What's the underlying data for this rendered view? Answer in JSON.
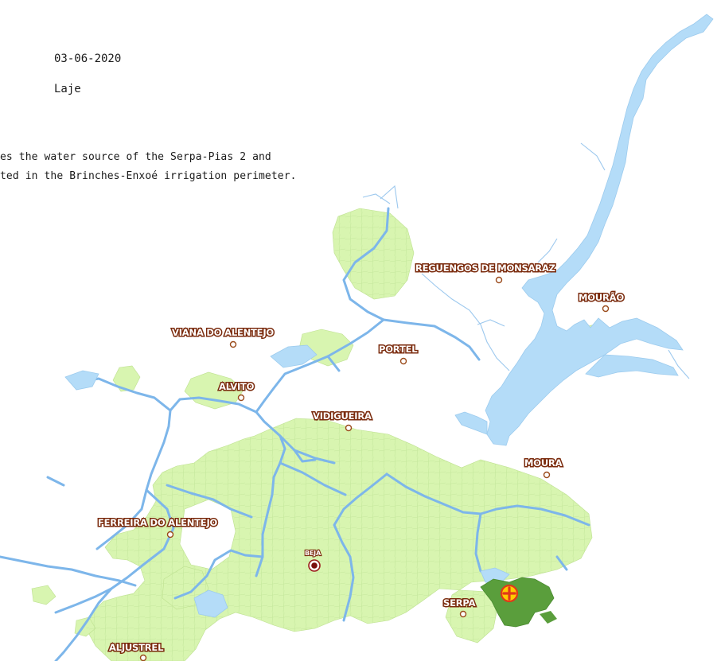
{
  "header": {
    "date": "03-06-2020",
    "location": "Laje"
  },
  "description": {
    "line1": "es the water source of the Serpa-Pias 2 and",
    "line2": "ted in the Brinches-Enxoé irrigation perimeter."
  },
  "map": {
    "colors": {
      "water": "#b4dcf8",
      "canal": "#7db6ea",
      "irrigated": "#d8f5b0",
      "highlight": "#5a9e3c",
      "label_halo": "#7a2a0c",
      "marker": "#ffcc00",
      "marker_border": "#e03a1a"
    },
    "places": [
      {
        "id": "reguengos",
        "name": "REGUENGOS DE MONSARAZ"
      },
      {
        "id": "mourao",
        "name": "MOURÃO"
      },
      {
        "id": "viana",
        "name": "VIANA DO ALENTEJO"
      },
      {
        "id": "portel",
        "name": "PORTEL"
      },
      {
        "id": "alvito",
        "name": "ALVITO"
      },
      {
        "id": "vidigueira",
        "name": "VIDIGUEIRA"
      },
      {
        "id": "moura",
        "name": "MOURA"
      },
      {
        "id": "ferreira",
        "name": "FERREIRA DO ALENTEJO"
      },
      {
        "id": "beja",
        "name": "BEJA"
      },
      {
        "id": "serpa",
        "name": "SERPA"
      },
      {
        "id": "aljustrel",
        "name": "ALJUSTREL"
      }
    ],
    "marker_icon": "plus-marker-icon"
  }
}
